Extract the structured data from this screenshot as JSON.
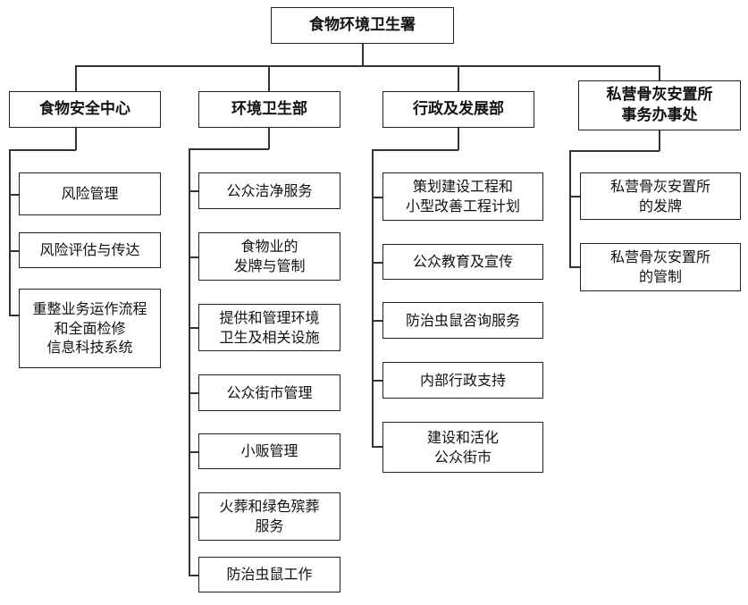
{
  "root": {
    "title": "食物环境卫生署"
  },
  "departments": [
    {
      "title": "食物安全中心",
      "units": [
        "风险管理",
        "风险评估与传达",
        "重整业务运作流程\n和全面检修\n信息科技系统"
      ]
    },
    {
      "title": "环境卫生部",
      "units": [
        "公众洁净服务",
        "食物业的\n发牌与管制",
        "提供和管理环境\n卫生及相关设施",
        "公众街市管理",
        "小贩管理",
        "火葬和绿色殡葬\n服务",
        "防治虫鼠工作"
      ]
    },
    {
      "title": "行政及发展部",
      "units": [
        "策划建设工程和\n小型改善工程计划",
        "公众教育及宣传",
        "防治虫鼠咨询服务",
        "内部行政支持",
        "建设和活化\n公众街市"
      ]
    },
    {
      "title": "私营骨灰安置所\n事务办事处",
      "units": [
        "私营骨灰安置所\n的发牌",
        "私营骨灰安置所\n的管制"
      ]
    }
  ]
}
